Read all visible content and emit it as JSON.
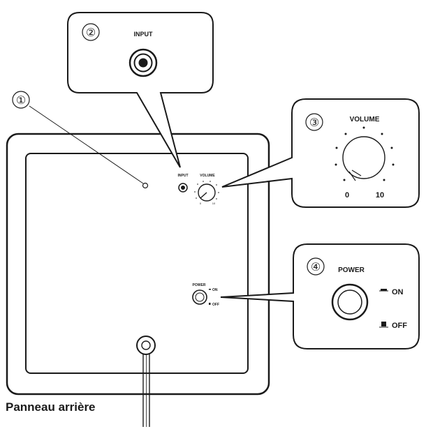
{
  "callouts": [
    {
      "number": "①"
    },
    {
      "number": "②"
    },
    {
      "number": "③"
    },
    {
      "number": "④"
    }
  ],
  "panel": {
    "input_label": "INPUT",
    "volume_label": "VOLUME",
    "volume_min": "0",
    "volume_max": "10",
    "power_label": "POWER",
    "on_label": "ON",
    "off_label": "OFF"
  },
  "zoom_input": {
    "label": "INPUT"
  },
  "zoom_volume": {
    "label": "VOLUME",
    "min": "0",
    "max": "10"
  },
  "zoom_power": {
    "label": "POWER",
    "on": "ON",
    "off": "OFF"
  },
  "caption": "Panneau arrière",
  "colors": {
    "stroke": "#1a1a1a",
    "background": "#ffffff"
  }
}
